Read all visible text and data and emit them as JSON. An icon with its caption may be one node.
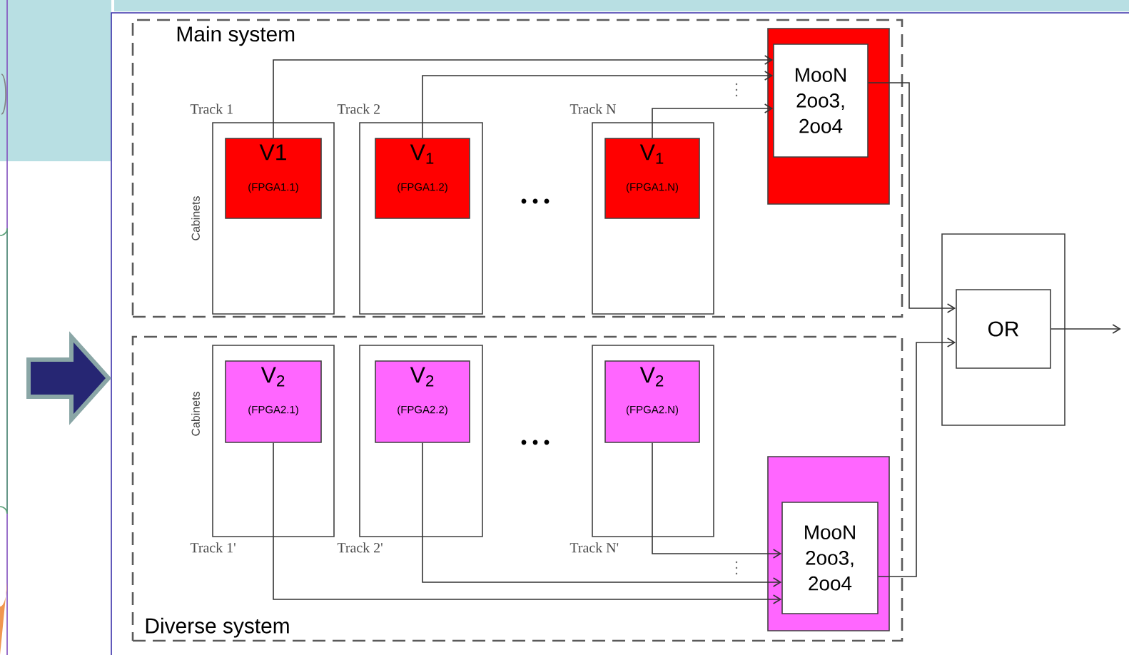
{
  "diagram": {
    "nodes": [
      {
        "text": [
          "Main system"
        ]
      },
      {
        "text": [
          "Track 1"
        ],
        "in": 0
      },
      {
        "text": [
          "V1",
          "(FPGA1.1)"
        ],
        "in": 1
      },
      {
        "text": [
          "Track 2"
        ],
        "in": 0
      },
      {
        "text": [
          "V$_{1}$",
          "(FPGA1.2)"
        ],
        "in": 3
      },
      {
        "text": [
          "Track N"
        ],
        "in": 0
      },
      {
        "text": [
          "V$_{1}$",
          "(FPGA1.N)"
        ],
        "in": 5
      },
      {
        "text": [],
        "shape": "box",
        "in": 0
      },
      {
        "text": [
          "MooN 2oo3, 2oo4"
        ],
        "in": 7
      },
      {
        "text": [
          "Diverse system"
        ]
      },
      {
        "text": [
          "Track 1'"
        ],
        "in": 9
      },
      {
        "text": [
          "V$_{2}$",
          "(FPGA2.1)"
        ],
        "in": 10
      },
      {
        "text": [
          "Track 2'"
        ],
        "in": 9
      },
      {
        "text": [
          "V$_{2}$",
          "(FPGA2.2)"
        ],
        "in": 12
      },
      {
        "text": [
          "Track N'"
        ],
        "in": 9
      },
      {
        "text": [
          "V$_{2}$",
          "(FPGA2.N)"
        ],
        "in": 14
      },
      {
        "text": [],
        "shape": "box",
        "in": 9
      },
      {
        "text": [
          "MooN 2oo3, 2oo4"
        ],
        "in": 16
      },
      {
        "text": [],
        "shape": "box"
      },
      {
        "text": [
          "OR"
        ],
        "in": 18
      }
    ],
    "edges": [
      {
        "from": 2,
        "to": 8,
        "arrow": "to"
      },
      {
        "from": 4,
        "to": 8,
        "arrow": "to"
      },
      {
        "from": 6,
        "to": 8,
        "arrow": "to"
      },
      {
        "from": 11,
        "to": 17,
        "arrow": "to"
      },
      {
        "from": 13,
        "to": 17,
        "arrow": "to"
      },
      {
        "from": 15,
        "to": 17,
        "arrow": "to"
      },
      {
        "from": 8,
        "to": 19,
        "arrow": "to"
      },
      {
        "from": 17,
        "to": 19,
        "arrow": "to"
      },
      {
        "from": 19,
        "to": null,
        "arrow": "to"
      }
    ],
    "labels": [
      "Cabinets",
      "Cabinets"
    ]
  }
}
